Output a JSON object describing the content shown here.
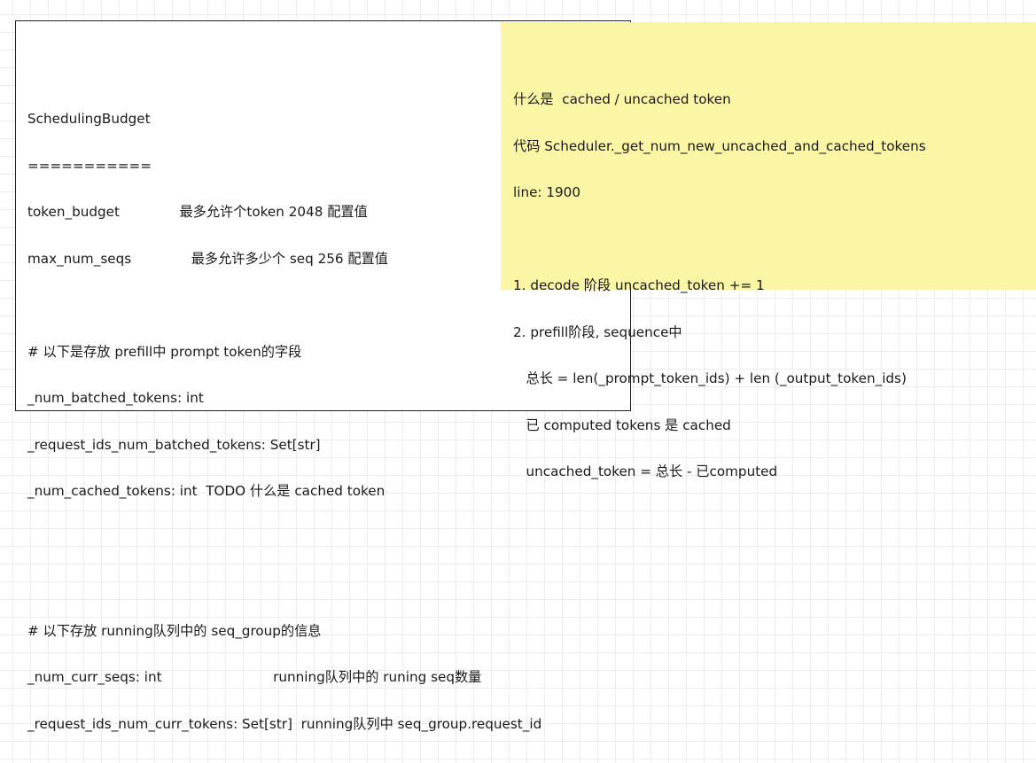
{
  "scheduling_budget_box": {
    "lines": [
      "SchedulingBudget",
      "===========",
      "token_budget              最多允许个token 2048 配置值",
      "max_num_seqs              最多允许多少个 seq 256 配置值",
      "",
      "# 以下是存放 prefill中 prompt token的字段",
      "_num_batched_tokens: int",
      "_request_ids_num_batched_tokens: Set[str]",
      "_num_cached_tokens: int  TODO 什么是 cached token",
      "",
      "",
      "# 以下存放 running队列中的 seq_group的信息",
      "_num_curr_seqs: int                          running队列中的 runing seq数量",
      "_request_ids_num_curr_tokens: Set[str]  running队列中 seq_group.request_id"
    ]
  },
  "sticky_note": {
    "background_color": "#fbf5a6",
    "lines": [
      "什么是  cached / uncached token",
      "代码 Scheduler._get_num_new_uncached_and_cached_tokens",
      "line: 1900",
      "",
      "1. decode 阶段 uncached_token += 1",
      "2. prefill阶段, sequence中",
      "   总长 = len(_prompt_token_ids) + len (_output_token_ids)",
      "   已 computed tokens 是 cached",
      "   uncached_token = 总长 - 已computed"
    ]
  }
}
